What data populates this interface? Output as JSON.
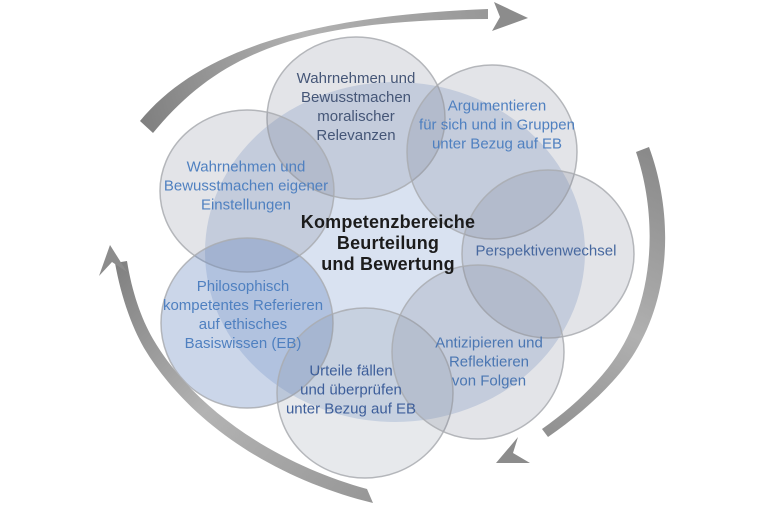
{
  "background": "#ffffff",
  "title": {
    "lines": [
      "Kompetenzbereiche",
      "Beurteilung",
      "und Bewertung"
    ],
    "color": "#1c1c1c"
  },
  "center_circle": {
    "fill": "#d9e2f1"
  },
  "circles": [
    {
      "name": "wahrnehmen-moralischer-relevanzen",
      "lines": [
        "Wahrnehmen und",
        "Bewusstmachen",
        "moralischer",
        "Relevanzen"
      ],
      "text_color": "#455677",
      "fill": "rgba(114,122,140,0.20)"
    },
    {
      "name": "argumentieren-in-gruppen",
      "lines": [
        "Argumentieren",
        "für sich und in Gruppen",
        "unter Bezug auf EB"
      ],
      "text_color": "#4f80c0",
      "fill": "rgba(114,122,140,0.20)"
    },
    {
      "name": "wahrnehmen-eigener-einstellungen",
      "lines": [
        "Wahrnehmen und",
        "Bewusstmachen eigener",
        "Einstellungen"
      ],
      "text_color": "#4f80c0",
      "fill": "rgba(114,122,140,0.20)"
    },
    {
      "name": "perspektivenwechsel",
      "lines": [
        "Perspektivenwechsel"
      ],
      "text_color": "#47689f",
      "fill": "rgba(114,122,140,0.20)"
    },
    {
      "name": "philosophisch-kompetentes-referieren",
      "lines": [
        "Philosophisch",
        "kompetentes Referieren",
        "auf ethisches",
        "Basiswissen (EB)"
      ],
      "text_color": "#4f80c0",
      "fill": "rgba(92,126,186,0.32)"
    },
    {
      "name": "urteile-faellen-und-ueberpruefen",
      "lines": [
        "Urteile fällen",
        "und überprüfen",
        "unter Bezug auf EB"
      ],
      "text_color": "#3d5e9a",
      "fill": "rgba(114,122,140,0.17)"
    },
    {
      "name": "antizipieren-reflektieren-von-folgen",
      "lines": [
        "Antizipieren und",
        "Reflektieren",
        "von Folgen"
      ],
      "text_color": "#4a76b2",
      "fill": "rgba(114,122,140,0.20)"
    }
  ],
  "arrows": {
    "count": 3,
    "direction": "clockwise",
    "color": "#8c8c8c"
  }
}
